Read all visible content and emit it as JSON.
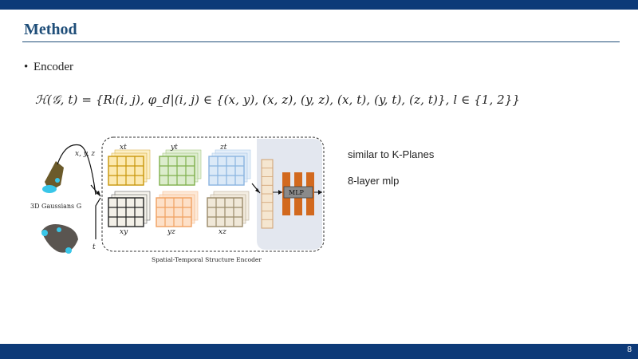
{
  "slide": {
    "title": "Method",
    "bullet": "Encoder",
    "formula": "ℋ(𝒢, t) = {Rₗ(i, j), φ_d|(i, j) ∈ {(x, y), (x, z), (y, z), (x, t), (y, t), (z, t)}, l ∈ {1, 2}}",
    "notes": [
      "similar to K-Planes",
      "8-layer mlp"
    ],
    "page_number": "8"
  },
  "diagram": {
    "input_xyz": "x, y, z",
    "input_t": "t",
    "gaussians_label": "3D Gaussians G",
    "planes_top": [
      "xt",
      "yt",
      "zt"
    ],
    "planes_bottom": [
      "xy",
      "yz",
      "xz"
    ],
    "mlp_label": "MLP",
    "encoder_caption": "Spatial-Temporal Structure Encoder"
  },
  "colors": {
    "header_bar": "#0d3a78",
    "title": "#1f4e79",
    "grid_xt": "#c8960a",
    "grid_yt": "#7fb04d",
    "grid_zt": "#8ab4e0",
    "grid_xy": "#222222",
    "grid_yz": "#f0a060",
    "grid_xz": "#9a8a6a",
    "mlp": "#d2691e"
  }
}
